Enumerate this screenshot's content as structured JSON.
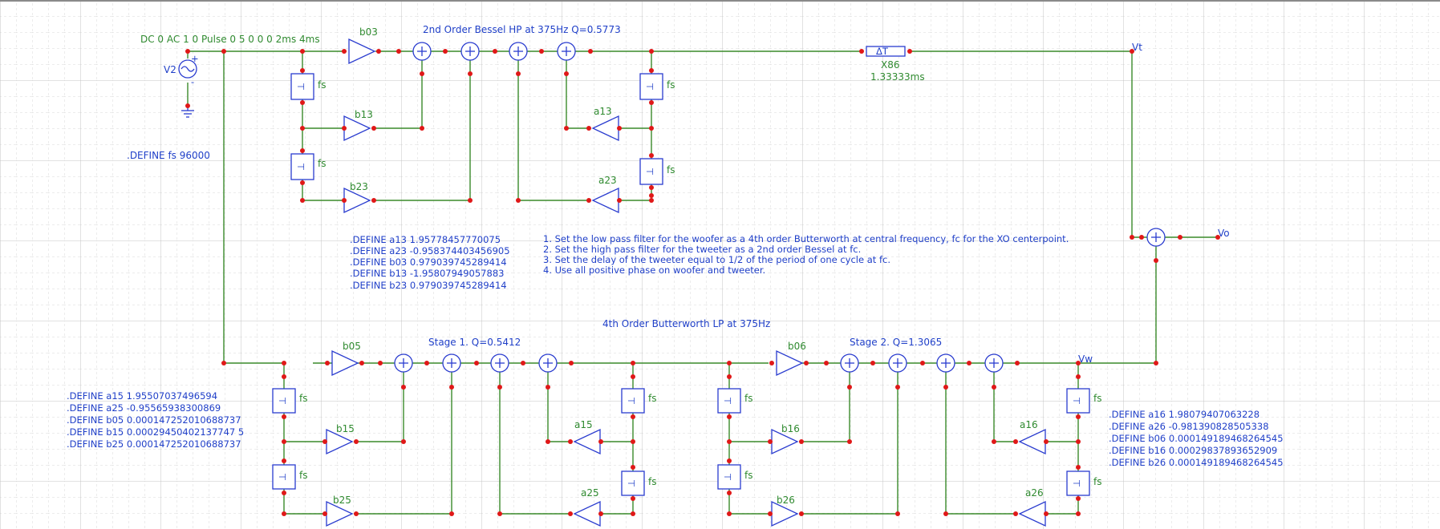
{
  "source": {
    "label": "DC 0 AC 1 0 Pulse 0 5 0 0 0 2ms 4ms",
    "name": "V2",
    "plus": "+",
    "minus": "-"
  },
  "titles": {
    "hp": "2nd Order Bessel HP at 375Hz Q=0.5773",
    "lp": "4th Order Butterworth LP at 375Hz",
    "stage1": "Stage 1. Q=0.5412",
    "stage2": "Stage 2. Q=1.3065"
  },
  "define_fs": ".DEFINE fs 96000",
  "delay": {
    "name": "X86",
    "value": "1.33333ms",
    "symbol": "ΔT"
  },
  "nets": {
    "vt": "Vt",
    "vo": "Vo",
    "vw": "Vw"
  },
  "block_labels": {
    "fs": "fs",
    "delay_unit": "⊣",
    "b03": "b03",
    "b13": "b13",
    "b23": "b23",
    "a13": "a13",
    "a23": "a23",
    "b05": "b05",
    "b15": "b15",
    "b25": "b25",
    "a15": "a15",
    "a25": "a25",
    "b06": "b06",
    "b16": "b16",
    "b26": "b26",
    "a16": "a16",
    "a26": "a26"
  },
  "defines_hp": [
    ".DEFINE a13 1.95778457770075",
    ".DEFINE a23 -0.958374403456905",
    ".DEFINE b03 0.979039745289414",
    ".DEFINE b13 -1.95807949057883",
    ".DEFINE b23 0.979039745289414"
  ],
  "notes": [
    "1. Set the low pass filter for the woofer as a 4th order Butterworth at central frequency, fc for the XO centerpoint.",
    "2. Set the high pass filter for the tweeter as a 2nd order Bessel at fc.",
    "3. Set the delay of the tweeter equal to 1/2 of the period of one cycle at fc.",
    "4. Use all positive phase on woofer and tweeter."
  ],
  "defines_lp1": [
    ".DEFINE a15 1.95507037496594",
    ".DEFINE a25 -0.95565938300869",
    ".DEFINE b05 0.000147252010688737",
    ".DEFINE b15 0.00029450402137747 5",
    ".DEFINE b25 0.000147252010688737"
  ],
  "defines_lp2": [
    ".DEFINE a16 1.98079407063228",
    ".DEFINE a26 -0.981390828505338",
    ".DEFINE b06 0.000149189468264545",
    ".DEFINE b16 0.00029837893652909",
    ".DEFINE b26 0.000149189468264545"
  ],
  "colors": {
    "wire": "#3a8a2a",
    "block": "#2a3ccf",
    "node": "#e01818",
    "text_blue": "#1f3fc8",
    "text_green": "#2f8a2f"
  }
}
